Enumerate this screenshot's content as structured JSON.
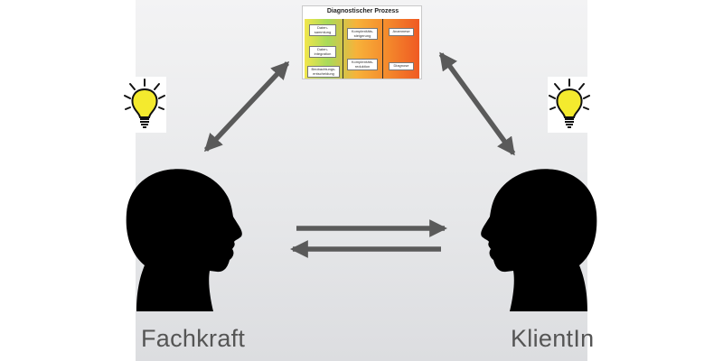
{
  "nodes": {
    "professional": {
      "label": "Fachkraft"
    },
    "client": {
      "label": "KlientIn"
    },
    "process_chart": {
      "title": "Diagnostischer Prozess",
      "boxes": [
        "Daten-\nsammlung",
        "Daten-\nintegration",
        "Beobachtungs-\nentscheidung",
        "Komplexitäts-\nsteigerung",
        "Komplexitäts-\nreduktion",
        "Anamnese",
        "Diagnose"
      ]
    }
  },
  "colors": {
    "arrow": "#5a5a5a",
    "silhouette": "#000000",
    "bulb": "#f4ea2e",
    "caption": "#555555"
  },
  "icons": [
    "light-bulb-icon",
    "head-silhouette-icon"
  ]
}
